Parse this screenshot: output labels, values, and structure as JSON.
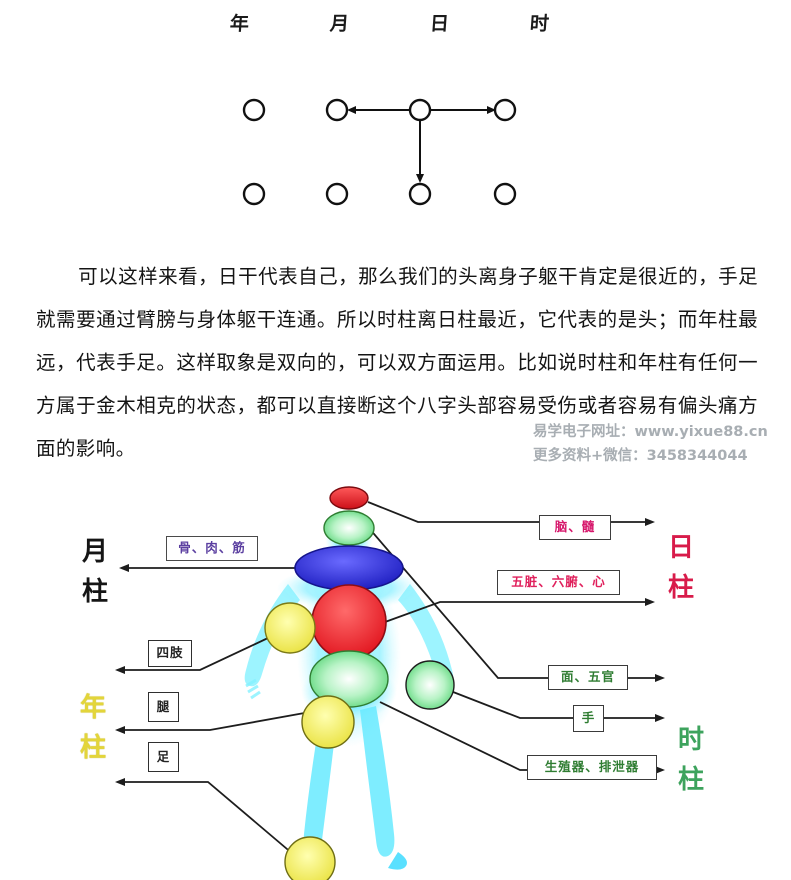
{
  "pillar_header": {
    "items": [
      {
        "label": "年"
      },
      {
        "label": "月"
      },
      {
        "label": "日"
      },
      {
        "label": "时"
      }
    ]
  },
  "circle_diagram": {
    "top_row_count": 4,
    "bottom_row_count": 4,
    "arrows": [
      {
        "from": "top-3",
        "to": "top-2",
        "direction": "left"
      },
      {
        "from": "top-3",
        "to": "top-4",
        "direction": "right"
      },
      {
        "from": "top-3",
        "to": "bottom-3",
        "direction": "down"
      }
    ]
  },
  "paragraph": {
    "text": "可以这样来看，日干代表自己，那么我们的头离身子躯干肯定是很近的，手足就需要通过臂膀与身体躯干连通。所以时柱离日柱最近，它代表的是头；而年柱最远，代表手足。这样取象是双向的，可以双方面运用。比如说时柱和年柱有任何一方属于金木相克的状态，都可以直接断这个八字头部容易受伤或者容易有偏头痛方面的影响。"
  },
  "watermark": {
    "line1": "易学电子网址：www.yixue88.cn",
    "line2": "更多资料+微信：3458344044"
  },
  "illustration": {
    "pillars": [
      {
        "name": "month-pillar",
        "label": "月柱",
        "color": "#151515"
      },
      {
        "name": "year-pillar",
        "label": "年柱",
        "color": "#e3d53a"
      },
      {
        "name": "day-pillar",
        "label": "日柱",
        "color": "#d81b4a"
      },
      {
        "name": "hour-pillar",
        "label": "时柱",
        "color": "#3da35d"
      }
    ],
    "tags": [
      {
        "name": "tag-bone-flesh-tendon",
        "text": "骨、肉、筋",
        "style": "purple"
      },
      {
        "name": "tag-brain-marrow",
        "text": "脑、髓",
        "style": "red"
      },
      {
        "name": "tag-organs-heart",
        "text": "五脏、六腑、心",
        "style": "crimson"
      },
      {
        "name": "tag-limbs",
        "text": "四肢",
        "style": "dark"
      },
      {
        "name": "tag-legs",
        "text": "腿",
        "style": "dark"
      },
      {
        "name": "tag-feet",
        "text": "足",
        "style": "dark"
      },
      {
        "name": "tag-face-features",
        "text": "面、五官",
        "style": "green"
      },
      {
        "name": "tag-hands",
        "text": "手",
        "style": "green"
      },
      {
        "name": "tag-repro-excretory",
        "text": "生殖器、排泄器",
        "style": "green"
      }
    ],
    "body_markers": [
      {
        "name": "marker-head-top",
        "color": "#e8232a",
        "shape": "ellipse"
      },
      {
        "name": "marker-face",
        "color": "#7fe39a",
        "shape": "ellipse"
      },
      {
        "name": "marker-shoulders",
        "color": "#2b2bd0",
        "shape": "ellipse"
      },
      {
        "name": "marker-chest-heart",
        "color": "#ef2b2b",
        "shape": "circle"
      },
      {
        "name": "marker-left-arm",
        "color": "#ebe53f",
        "shape": "circle"
      },
      {
        "name": "marker-lower-abdomen",
        "color": "#7fe39a",
        "shape": "ellipse"
      },
      {
        "name": "marker-right-hand",
        "color": "#8ce8a4",
        "shape": "circle"
      },
      {
        "name": "marker-leg",
        "color": "#f3ee4a",
        "shape": "circle"
      },
      {
        "name": "marker-foot",
        "color": "#f3ee4a",
        "shape": "circle"
      }
    ]
  }
}
